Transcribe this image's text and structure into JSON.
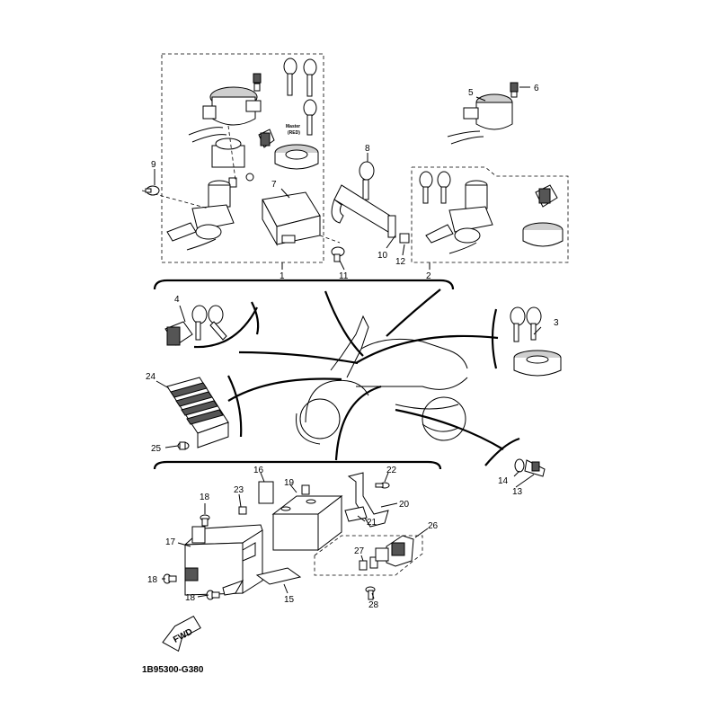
{
  "diagram": {
    "part_numbers": [
      "1",
      "2",
      "3",
      "4",
      "5",
      "6",
      "7",
      "8",
      "9",
      "10",
      "11",
      "12",
      "13",
      "14",
      "15",
      "16",
      "17",
      "18",
      "19",
      "20",
      "21",
      "22",
      "23",
      "24",
      "25",
      "26",
      "27",
      "28"
    ],
    "master_note_line1": "Master",
    "master_note_line2": "(RED)",
    "fwd_label": "FWD",
    "figure_code": "1B95300-G380"
  }
}
